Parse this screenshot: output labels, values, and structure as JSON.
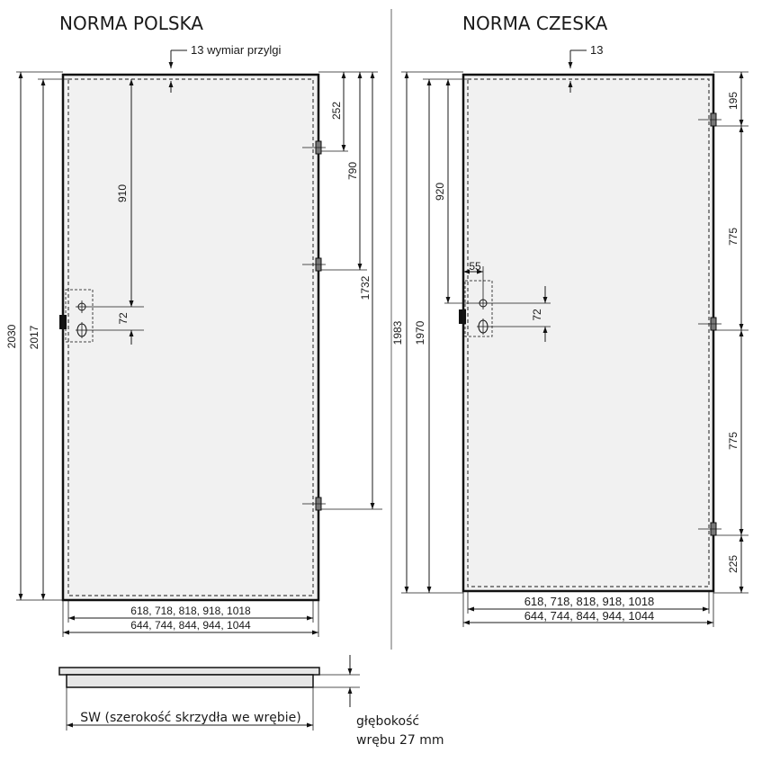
{
  "polish": {
    "title": "NORMA POLSKA",
    "rebate_note": "13 wymiar przylgi",
    "dims": {
      "total_height": "2030",
      "leaf_height": "2017",
      "lock_height": "910",
      "hole_spacing": "72",
      "hinge_top": "252",
      "hinge_middle": "790",
      "hinge_bottom": "1732"
    },
    "widths_inner": "618, 718, 818, 918, 1018",
    "widths_outer": "644, 744, 844, 944, 1044"
  },
  "czech": {
    "title": "NORMA CZESKA",
    "rebate_note": "13",
    "dims": {
      "total_height": "1983",
      "leaf_height": "1970",
      "lock_height": "920",
      "backset": "55",
      "hole_spacing": "72",
      "hinge_top": "195",
      "hinge_spacing_1": "775",
      "hinge_spacing_2": "775",
      "hinge_bottom": "225"
    },
    "widths_inner": "618, 718, 818, 918, 1018",
    "widths_outer": "644, 744, 844, 944, 1044"
  },
  "section": {
    "sw_label": "SW (szerokość skrzydła we wrębie)",
    "depth_label_line1": "głębokość",
    "depth_label_line2": "wrębu 27 mm"
  }
}
